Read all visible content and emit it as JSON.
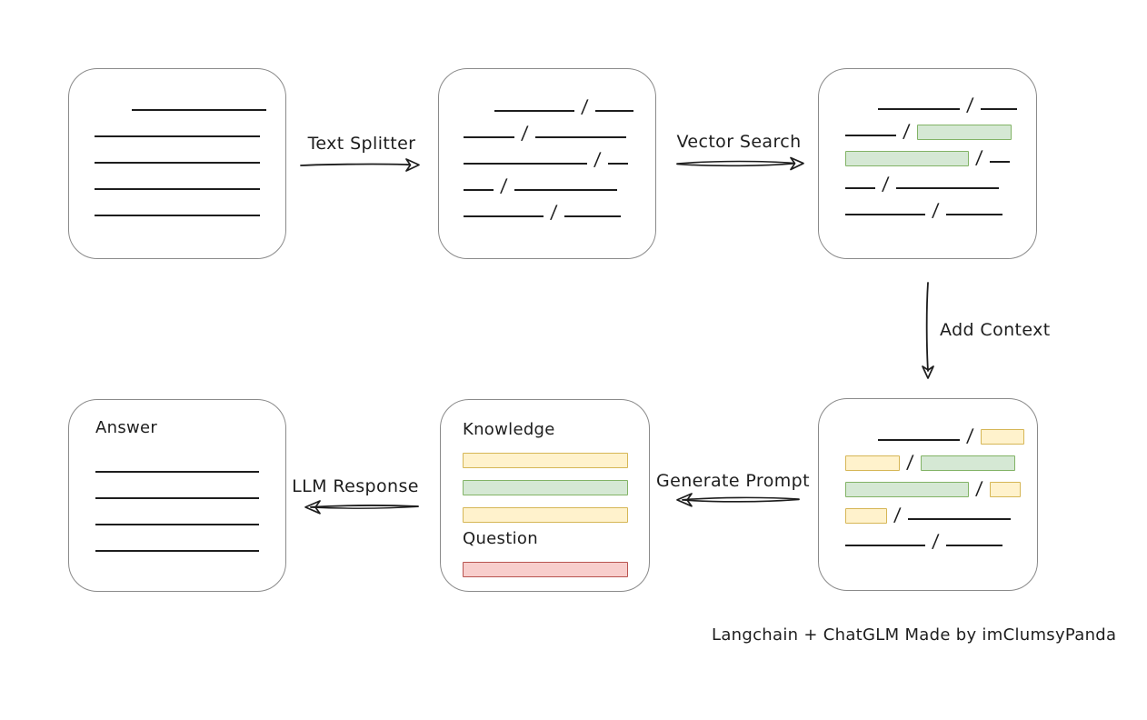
{
  "footer": {
    "credit": "Langchain + ChatGLM Made by imClumsyPanda"
  },
  "arrows": {
    "text_splitter": {
      "label": "Text Splitter",
      "direction": "right"
    },
    "vector_search": {
      "label": "Vector Search",
      "direction": "right"
    },
    "add_context": {
      "label": "Add Context",
      "direction": "down"
    },
    "generate_prompt": {
      "label": "Generate Prompt",
      "direction": "left"
    },
    "llm_response": {
      "label": "LLM Response",
      "direction": "left"
    }
  },
  "colors": {
    "ink": "#1d1d1d",
    "box_border": "#8a8a8a",
    "green_fill": "#d5e8d4",
    "green_border": "#82b366",
    "yellow_fill": "#fff2cc",
    "yellow_border": "#d6b656",
    "red_fill": "#f8cecc",
    "red_border": "#b85450"
  },
  "boxes": {
    "document": {
      "rows": [
        [
          {
            "t": "gap",
            "w": 33
          },
          {
            "t": "line",
            "w": 148
          }
        ],
        [
          {
            "t": "line",
            "w": 182
          }
        ],
        [
          {
            "t": "line",
            "w": 182
          }
        ],
        [
          {
            "t": "line",
            "w": 182
          }
        ],
        [
          {
            "t": "line",
            "w": 182
          }
        ]
      ]
    },
    "chunks": {
      "rows": [
        [
          {
            "t": "gap",
            "w": 26
          },
          {
            "t": "line",
            "w": 88
          },
          {
            "t": "slash"
          },
          {
            "t": "line",
            "w": 42
          }
        ],
        [
          {
            "t": "line",
            "w": 56
          },
          {
            "t": "slash"
          },
          {
            "t": "line",
            "w": 100
          }
        ],
        [
          {
            "t": "line",
            "w": 136
          },
          {
            "t": "slash"
          },
          {
            "t": "line",
            "w": 22
          }
        ],
        [
          {
            "t": "line",
            "w": 33
          },
          {
            "t": "slash"
          },
          {
            "t": "line",
            "w": 113
          }
        ],
        [
          {
            "t": "line",
            "w": 88
          },
          {
            "t": "slash"
          },
          {
            "t": "line",
            "w": 62
          }
        ]
      ]
    },
    "matched_chunks": {
      "rows": [
        [
          {
            "t": "gap",
            "w": 28
          },
          {
            "t": "line",
            "w": 90
          },
          {
            "t": "slash"
          },
          {
            "t": "line",
            "w": 40
          }
        ],
        [
          {
            "t": "line",
            "w": 56
          },
          {
            "t": "slash"
          },
          {
            "t": "chip",
            "color": "green",
            "w": 104
          }
        ],
        [
          {
            "t": "chip",
            "color": "green",
            "w": 136
          },
          {
            "t": "slash"
          },
          {
            "t": "line",
            "w": 22
          }
        ],
        [
          {
            "t": "line",
            "w": 33
          },
          {
            "t": "slash"
          },
          {
            "t": "line",
            "w": 113
          }
        ],
        [
          {
            "t": "line",
            "w": 88
          },
          {
            "t": "slash"
          },
          {
            "t": "line",
            "w": 62
          }
        ]
      ]
    },
    "context_chunks": {
      "rows": [
        [
          {
            "t": "gap",
            "w": 28
          },
          {
            "t": "line",
            "w": 90
          },
          {
            "t": "slash"
          },
          {
            "t": "chip",
            "color": "yellow",
            "w": 48
          }
        ],
        [
          {
            "t": "chip",
            "color": "yellow",
            "w": 60
          },
          {
            "t": "slash"
          },
          {
            "t": "chip",
            "color": "green",
            "w": 104
          }
        ],
        [
          {
            "t": "chip",
            "color": "green",
            "w": 136
          },
          {
            "t": "slash"
          },
          {
            "t": "chip",
            "color": "yellow",
            "w": 34
          }
        ],
        [
          {
            "t": "chip",
            "color": "yellow",
            "w": 46
          },
          {
            "t": "slash"
          },
          {
            "t": "line",
            "w": 113
          }
        ],
        [
          {
            "t": "line",
            "w": 88
          },
          {
            "t": "slash"
          },
          {
            "t": "line",
            "w": 62
          }
        ]
      ]
    },
    "prompt": {
      "rows": [
        [
          {
            "t": "label",
            "text": "Knowledge"
          }
        ],
        [
          {
            "t": "bar",
            "color": "yellow",
            "w": 182
          }
        ],
        [
          {
            "t": "bar",
            "color": "green",
            "w": 182
          }
        ],
        [
          {
            "t": "bar",
            "color": "yellow",
            "w": 182
          }
        ],
        [
          {
            "t": "label",
            "text": "Question"
          }
        ],
        [
          {
            "t": "bar",
            "color": "red",
            "w": 182
          }
        ]
      ]
    },
    "answer": {
      "rows": [
        [
          {
            "t": "label",
            "text": "Answer"
          }
        ],
        [
          {
            "t": "line",
            "w": 180
          }
        ],
        [
          {
            "t": "line",
            "w": 180
          }
        ],
        [
          {
            "t": "line",
            "w": 180
          }
        ],
        [
          {
            "t": "line",
            "w": 180
          }
        ]
      ]
    }
  }
}
